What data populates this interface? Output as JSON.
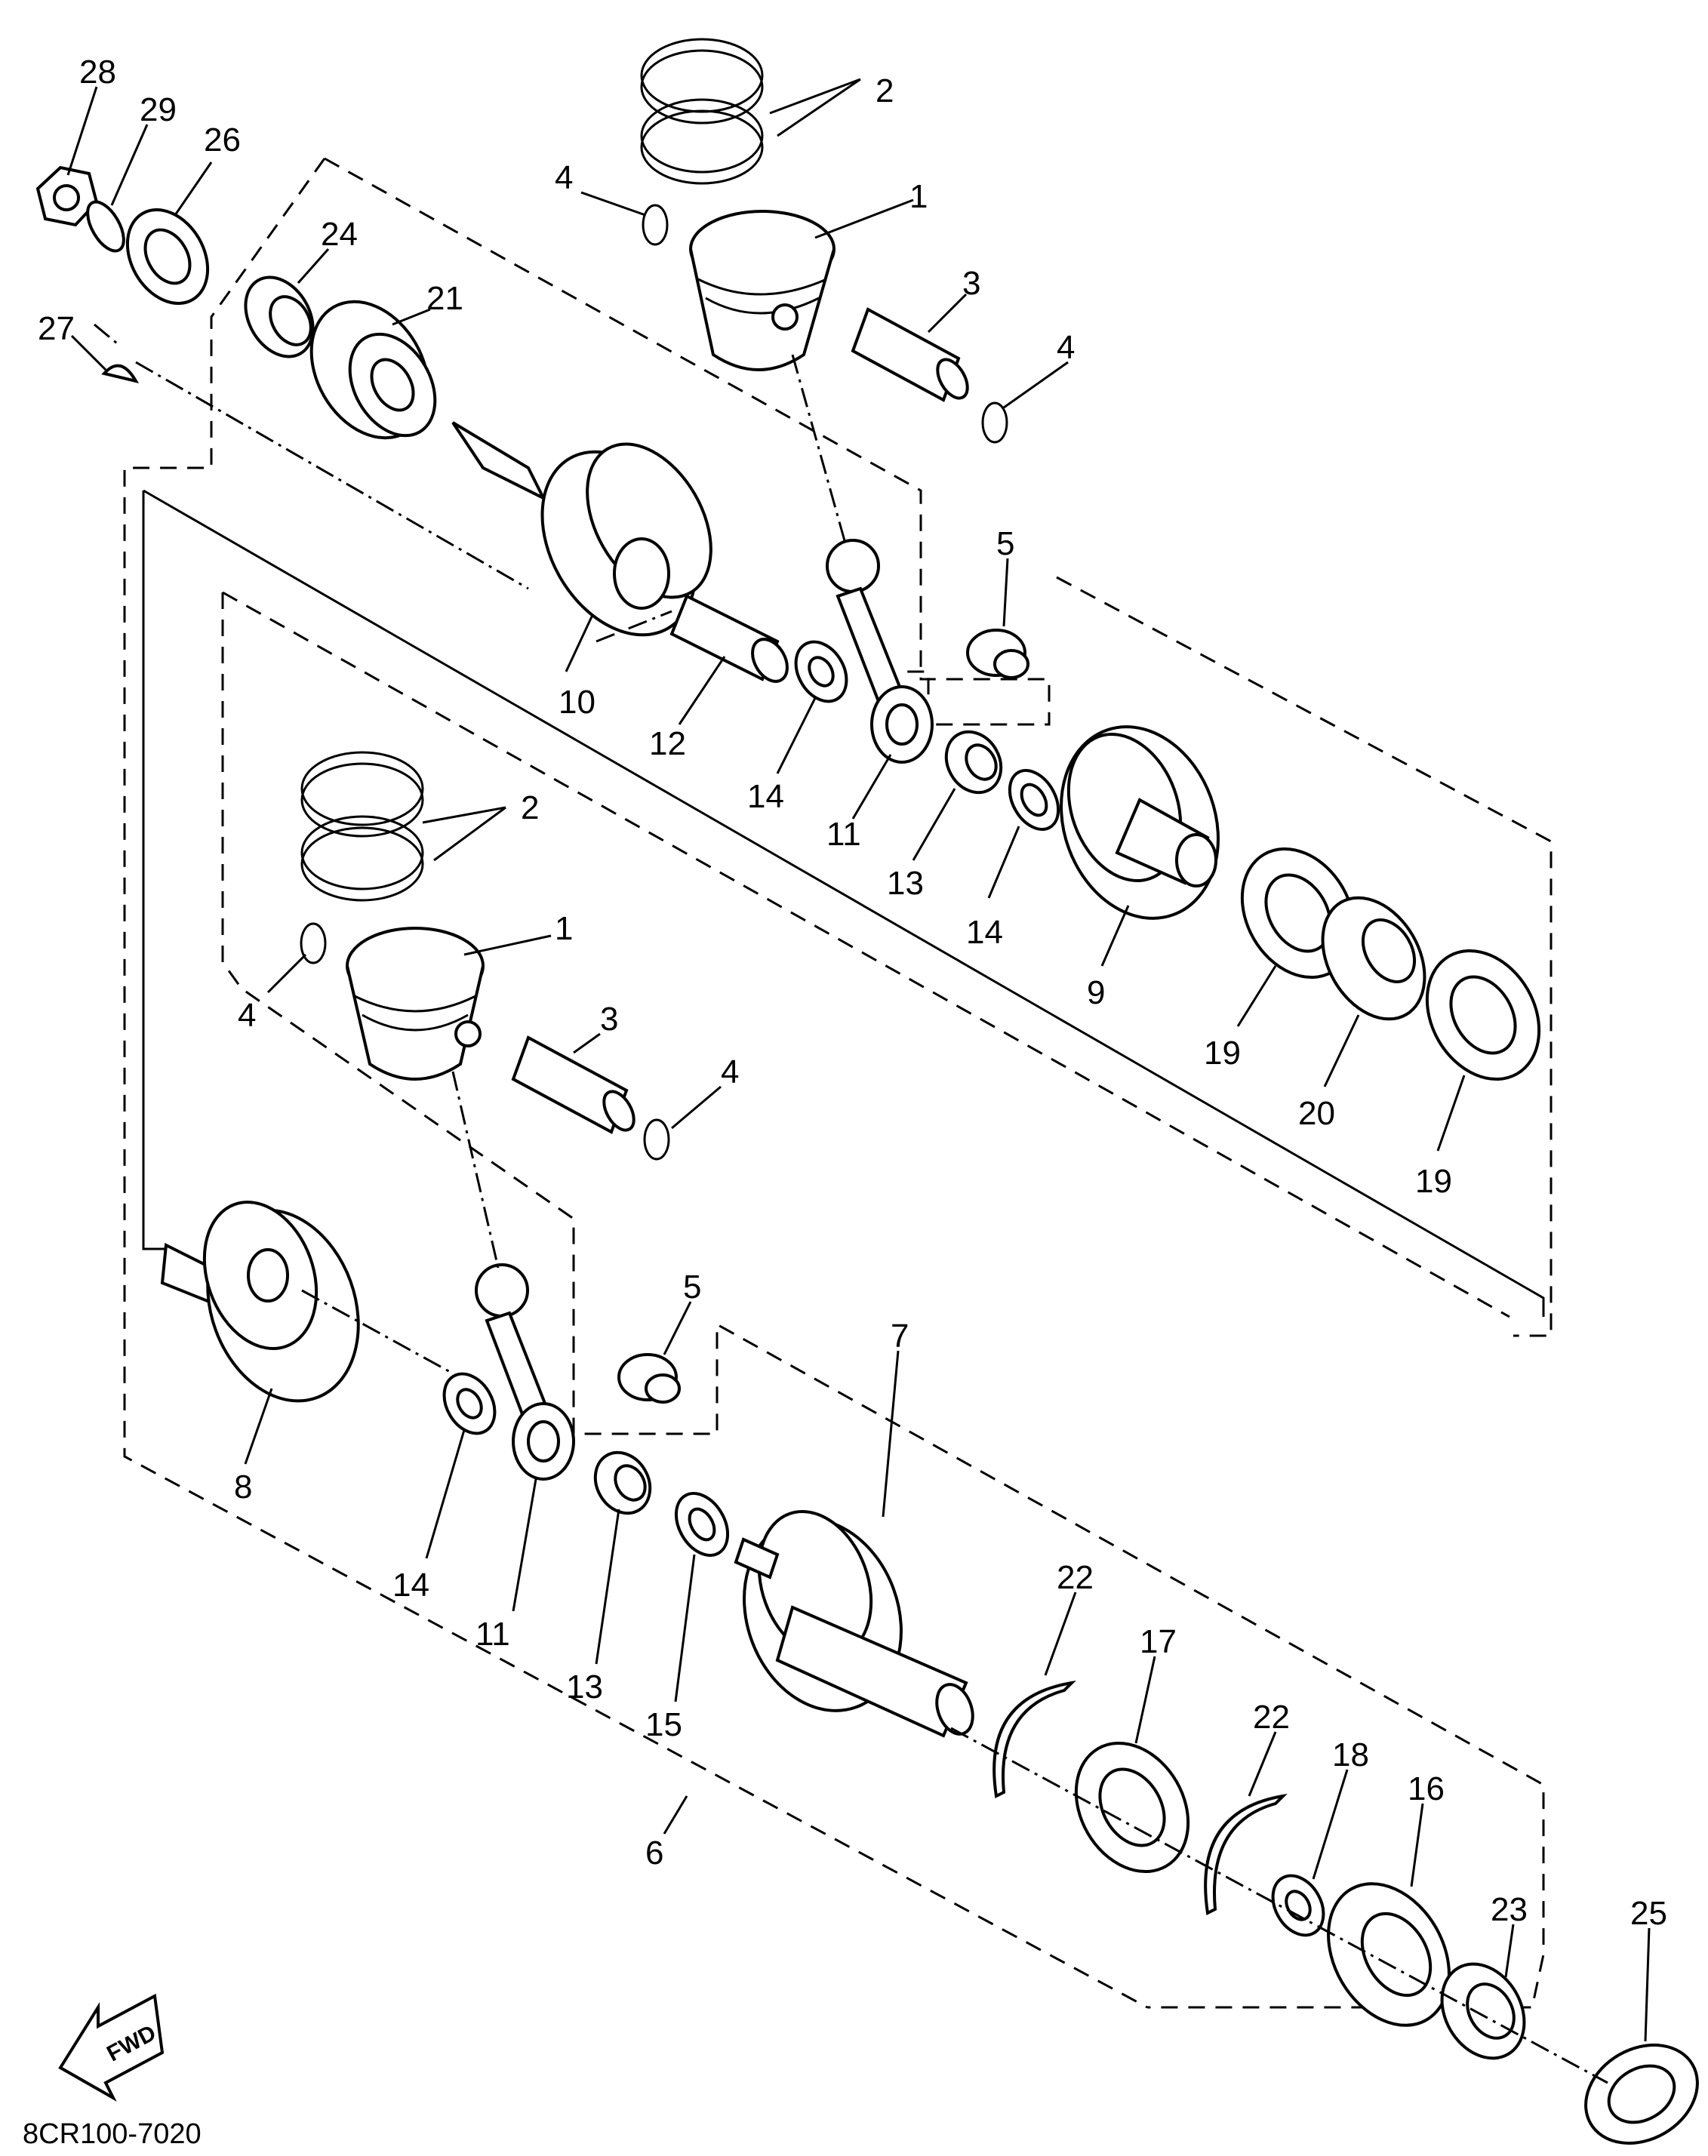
{
  "diagram_code": "8CR100-7020",
  "fwd_label": "FWD",
  "callouts": [
    {
      "id": "c28",
      "text": "28"
    },
    {
      "id": "c29",
      "text": "29"
    },
    {
      "id": "c26",
      "text": "26"
    },
    {
      "id": "c2a",
      "text": "2"
    },
    {
      "id": "c4a",
      "text": "4"
    },
    {
      "id": "c1a",
      "text": "1"
    },
    {
      "id": "c24",
      "text": "24"
    },
    {
      "id": "c21",
      "text": "21"
    },
    {
      "id": "c3a",
      "text": "3"
    },
    {
      "id": "c27",
      "text": "27"
    },
    {
      "id": "c4b",
      "text": "4"
    },
    {
      "id": "c5a",
      "text": "5"
    },
    {
      "id": "c10",
      "text": "10"
    },
    {
      "id": "c12",
      "text": "12"
    },
    {
      "id": "c14a",
      "text": "14"
    },
    {
      "id": "c11a",
      "text": "11"
    },
    {
      "id": "c13a",
      "text": "13"
    },
    {
      "id": "c14b",
      "text": "14"
    },
    {
      "id": "c2b",
      "text": "2"
    },
    {
      "id": "c1b",
      "text": "1"
    },
    {
      "id": "c9",
      "text": "9"
    },
    {
      "id": "c19a",
      "text": "19"
    },
    {
      "id": "c4c",
      "text": "4"
    },
    {
      "id": "c3b",
      "text": "3"
    },
    {
      "id": "c20",
      "text": "20"
    },
    {
      "id": "c4d",
      "text": "4"
    },
    {
      "id": "c19b",
      "text": "19"
    },
    {
      "id": "c5b",
      "text": "5"
    },
    {
      "id": "c8",
      "text": "8"
    },
    {
      "id": "c7",
      "text": "7"
    },
    {
      "id": "c14c",
      "text": "14"
    },
    {
      "id": "c11b",
      "text": "11"
    },
    {
      "id": "c13b",
      "text": "13"
    },
    {
      "id": "c15",
      "text": "15"
    },
    {
      "id": "c22a",
      "text": "22"
    },
    {
      "id": "c17",
      "text": "17"
    },
    {
      "id": "c22b",
      "text": "22"
    },
    {
      "id": "c18",
      "text": "18"
    },
    {
      "id": "c16",
      "text": "16"
    },
    {
      "id": "c6",
      "text": "6"
    },
    {
      "id": "c23",
      "text": "23"
    },
    {
      "id": "c25",
      "text": "25"
    }
  ]
}
